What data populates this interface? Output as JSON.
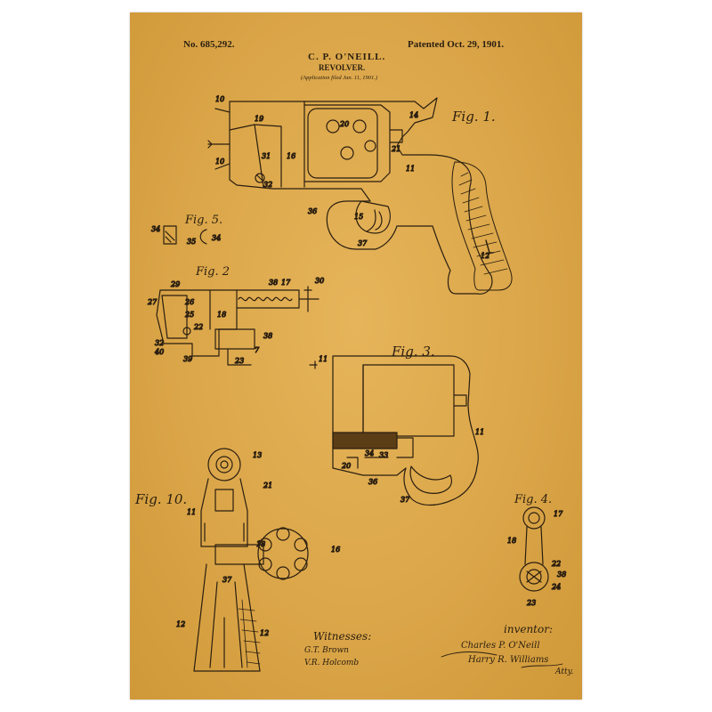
{
  "header": {
    "patent_number": "No. 685,292.",
    "patent_date": "Patented Oct. 29, 1901.",
    "inventor_name": "C. P. O'NEILL.",
    "title": "REVOLVER.",
    "application": "(Application filed Jan. 11, 1901.)"
  },
  "figures": {
    "fig1": "Fig. 1.",
    "fig2": "Fig. 2",
    "fig3": "Fig. 3.",
    "fig4": "Fig. 4.",
    "fig5": "Fig. 5.",
    "fig10": "Fig. 10."
  },
  "signatures": {
    "witnesses_label": "Witnesses:",
    "witness_1": "G.T. Brown",
    "witness_2": "V.R. Holcomb",
    "inventor_label": "inventor:",
    "inventor_signature": "Charles P. O'Neill",
    "attorney_signature": "Harry R. Williams",
    "attorney_abbrev": "Atty."
  },
  "colors": {
    "paper": "#dba649",
    "ink": "#2a1e10"
  }
}
